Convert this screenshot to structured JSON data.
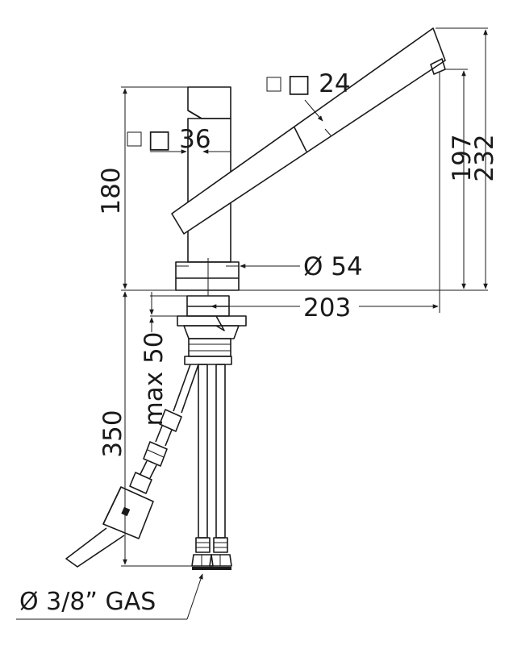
{
  "dimensions": {
    "spout_section": "□ 24",
    "body_section": "□ 36",
    "body_height": "180",
    "base_diameter": "Ø 54",
    "spout_height_inner": "197",
    "spout_height_outer": "232",
    "spout_reach": "203",
    "max_deck_thickness": "max 50",
    "hose_length": "350",
    "connection": "Ø 3/8” GAS"
  }
}
